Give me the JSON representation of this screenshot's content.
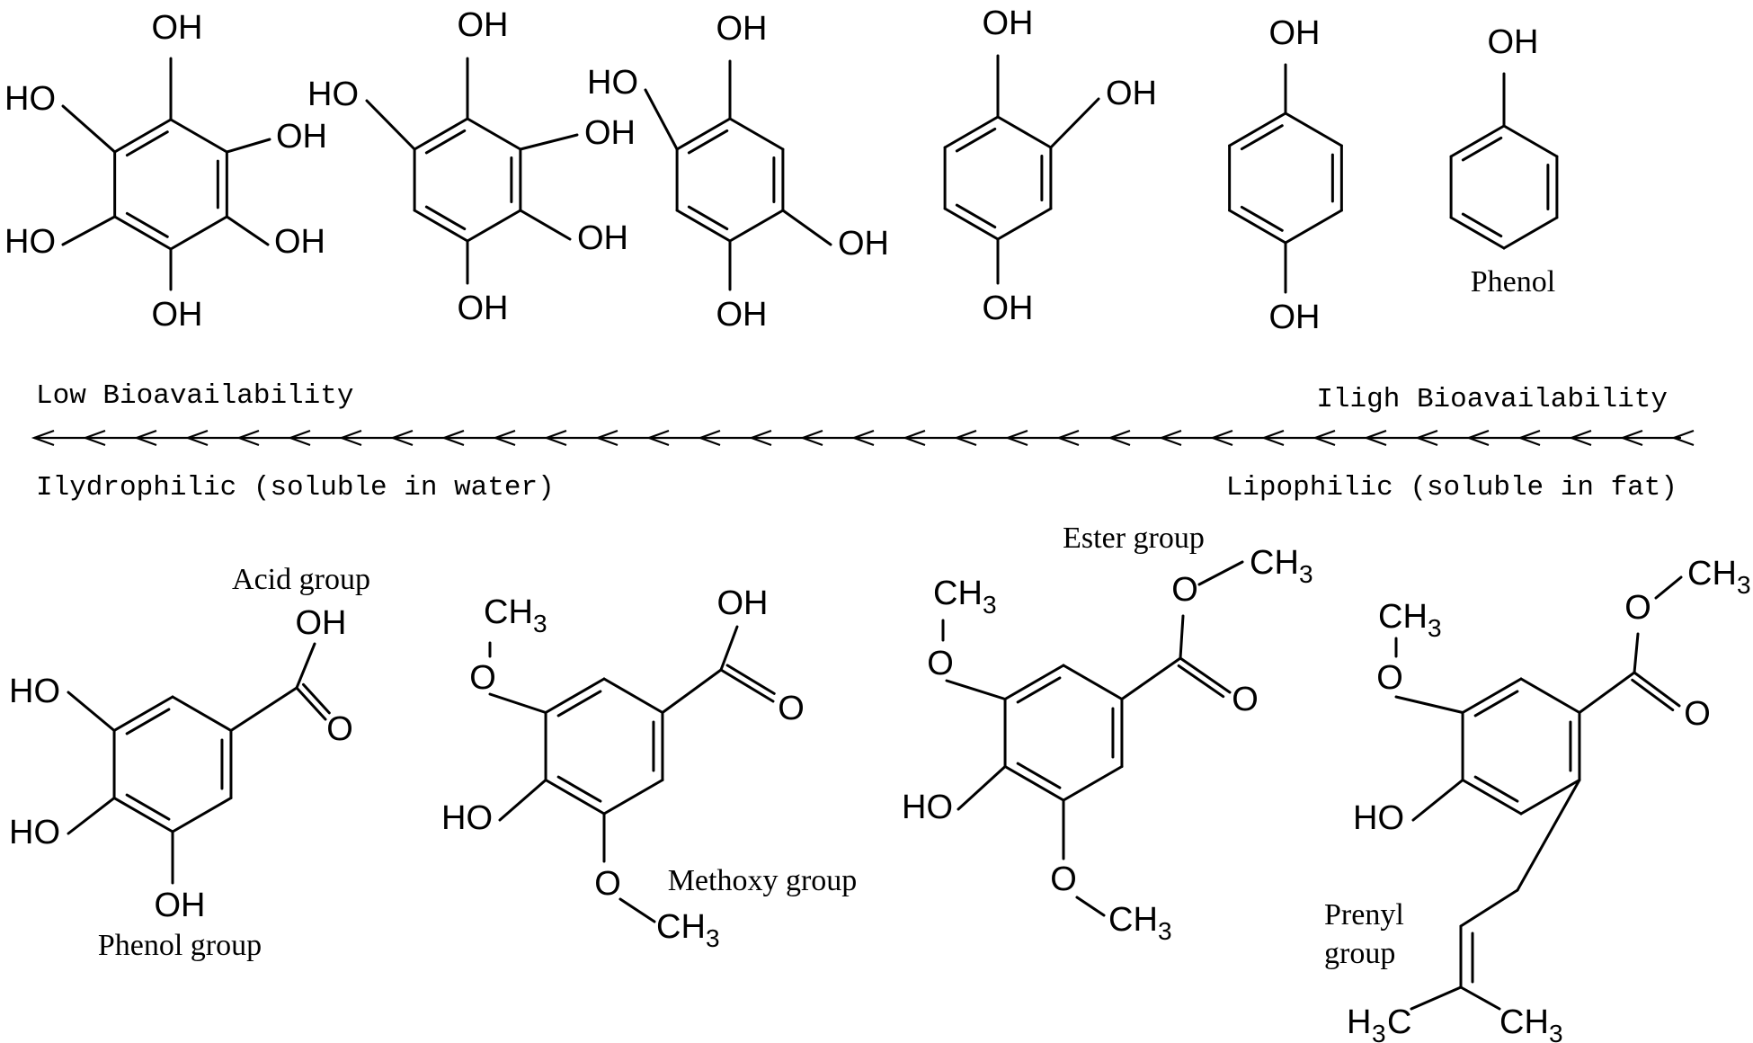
{
  "atoms": {
    "oh": "OH",
    "ho": "HO",
    "o": "O",
    "ch": "CH",
    "h": "H",
    "c": "C",
    "three": "3"
  },
  "labels": {
    "phenol": "Phenol",
    "acid_group": "Acid group",
    "phenol_group": "Phenol group",
    "methoxy_group": "Methoxy group",
    "ester_group": "Ester group",
    "prenyl_line1": "Prenyl",
    "prenyl_line2": "group"
  },
  "scale": {
    "low": "Low Bioavailability",
    "high": "Iligh Bioavailability",
    "hydrophilic": "Ilydrophilic (soluble in water)",
    "lipophilic": "Lipophilic (soluble in fat)"
  }
}
